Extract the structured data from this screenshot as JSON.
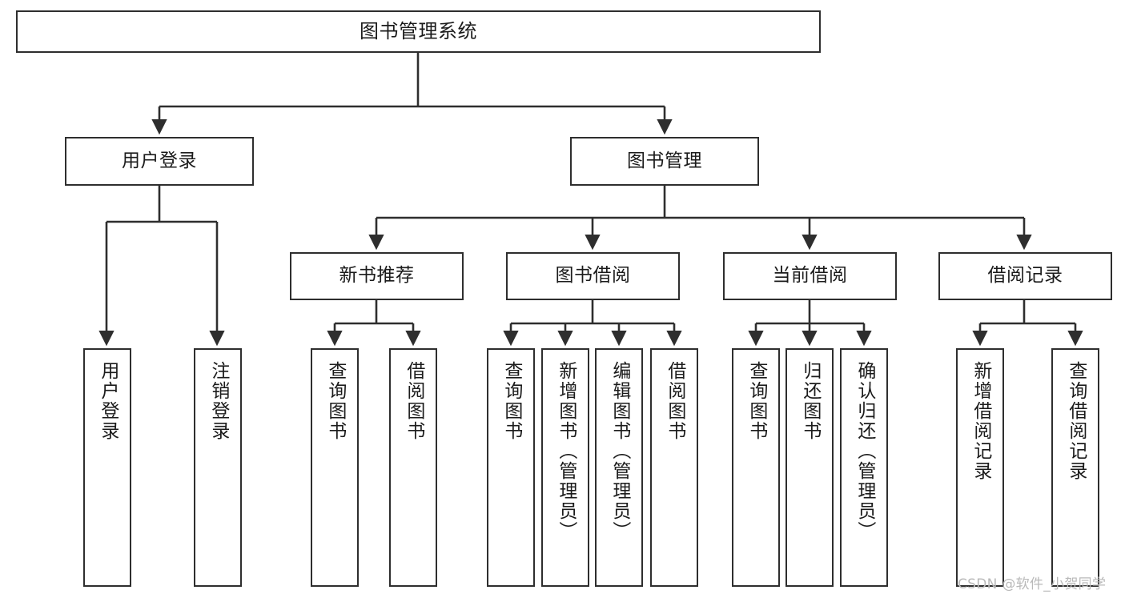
{
  "diagram": {
    "title": "图书管理系统",
    "type": "tree-hierarchy",
    "style": {
      "background": "#ffffff",
      "box_border": "#2e2e2e",
      "edge_color": "#2e2e2e",
      "text_color": "#1b1b1b",
      "watermark_color": "#b9b9b9"
    },
    "watermark": "CSDN @软件_小贺同学",
    "nodes": {
      "root": {
        "label": "图书管理系统"
      },
      "level2": [
        {
          "id": "user-login",
          "label": "用户登录"
        },
        {
          "id": "book-manage",
          "label": "图书管理"
        }
      ],
      "level3": [
        {
          "id": "new-book-recommend",
          "label": "新书推荐"
        },
        {
          "id": "book-borrow",
          "label": "图书借阅"
        },
        {
          "id": "current-borrow",
          "label": "当前借阅"
        },
        {
          "id": "borrow-record",
          "label": "借阅记录"
        }
      ],
      "leaves": {
        "user_login": [
          {
            "id": "leaf-user-login",
            "label": "用户登录"
          },
          {
            "id": "leaf-logout-login",
            "label": "注销登录"
          }
        ],
        "new_book_recommend": [
          {
            "id": "leaf-query-book-1",
            "label": "查询图书"
          },
          {
            "id": "leaf-borrow-book-1",
            "label": "借阅图书"
          }
        ],
        "book_borrow": [
          {
            "id": "leaf-query-book-2",
            "label": "查询图书"
          },
          {
            "id": "leaf-add-book",
            "label": "新增图书（管理员）"
          },
          {
            "id": "leaf-edit-book",
            "label": "编辑图书（管理员）"
          },
          {
            "id": "leaf-borrow-book-2",
            "label": "借阅图书"
          }
        ],
        "current_borrow": [
          {
            "id": "leaf-query-book-3",
            "label": "查询图书"
          },
          {
            "id": "leaf-return-book",
            "label": "归还图书"
          },
          {
            "id": "leaf-confirm-return",
            "label": "确认归还（管理员）"
          }
        ],
        "borrow_record": [
          {
            "id": "leaf-add-record",
            "label": "新增借阅记录"
          },
          {
            "id": "leaf-query-record",
            "label": "查询借阅记录"
          }
        ]
      }
    }
  }
}
